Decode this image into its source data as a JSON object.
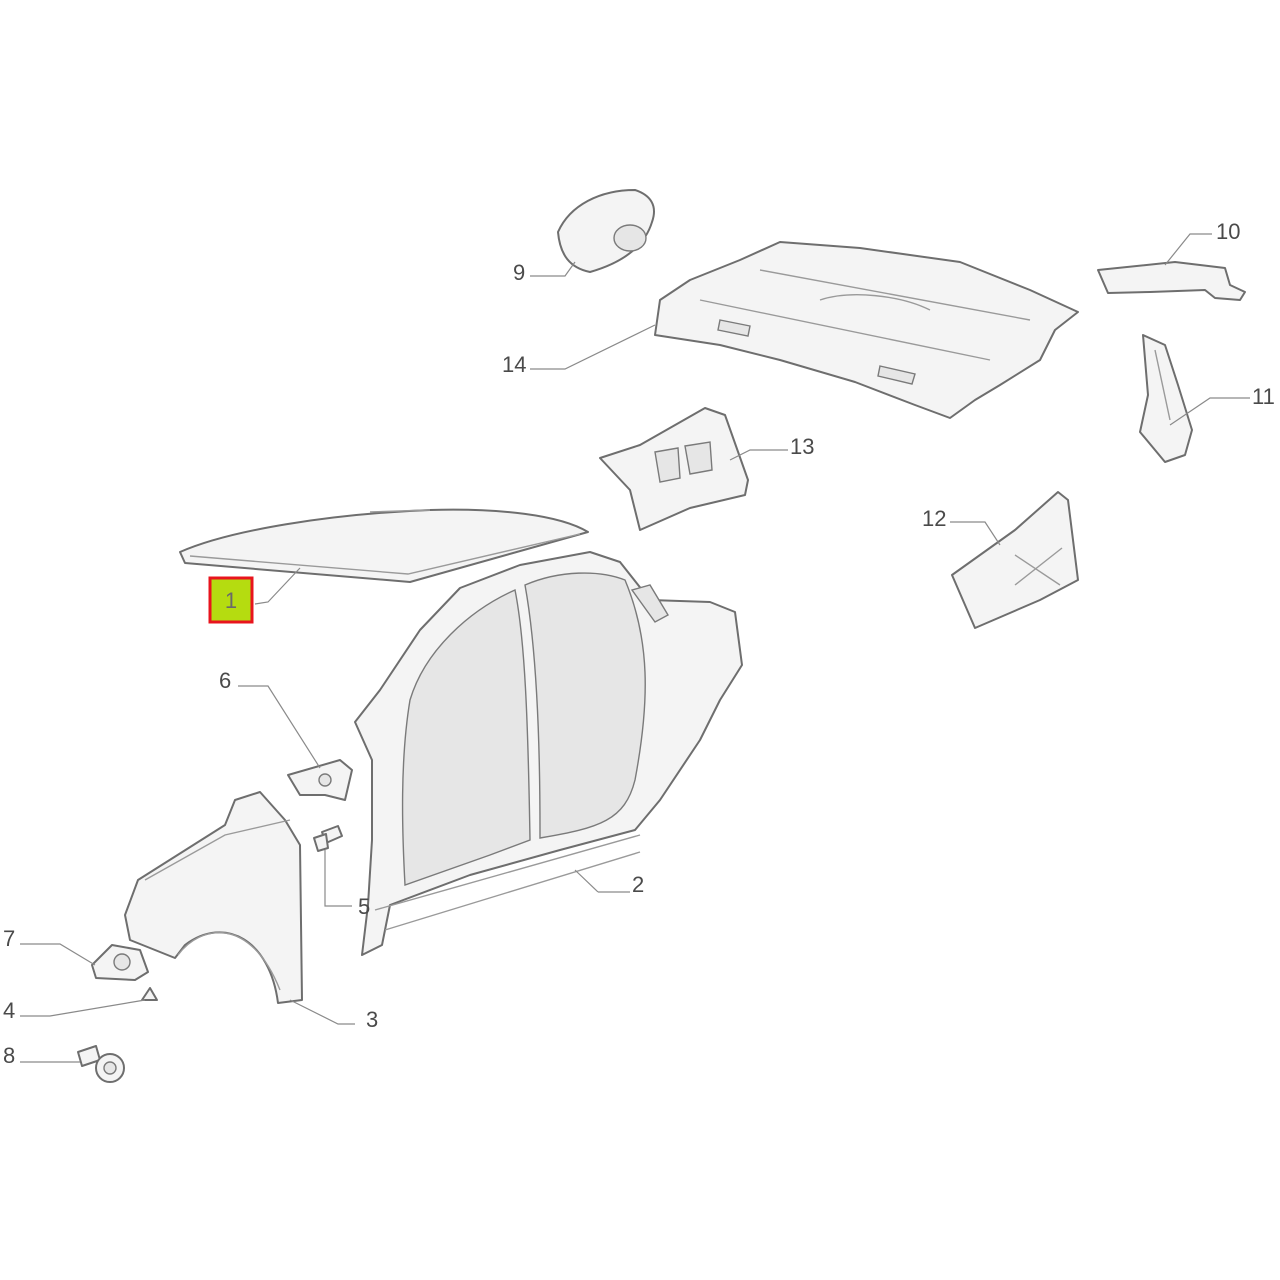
{
  "diagram": {
    "selected_callout": "1",
    "selection_fill": "#b5dc10",
    "selection_border": "#e8141e",
    "callouts": {
      "c1": "1",
      "c2": "2",
      "c3": "3",
      "c4": "4",
      "c5": "5",
      "c6": "6",
      "c7": "7",
      "c8": "8",
      "c9": "9",
      "c10": "10",
      "c11": "11",
      "c12": "12",
      "c13": "13",
      "c14": "14"
    }
  }
}
